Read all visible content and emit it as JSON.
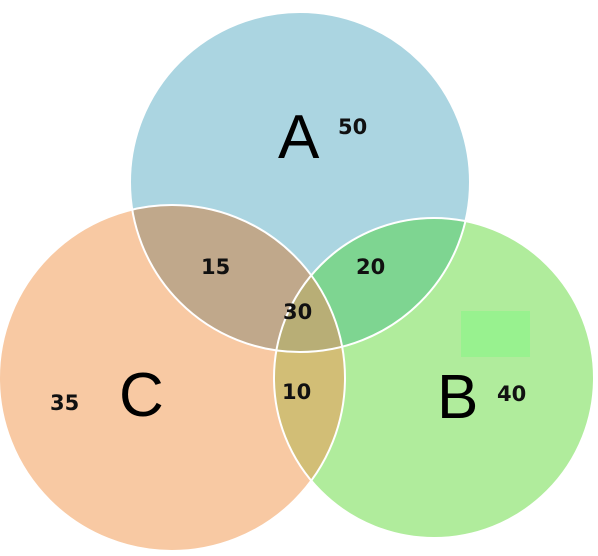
{
  "sets": [
    {
      "key": "a",
      "label": "A",
      "color": "#abd5e1"
    },
    {
      "key": "b",
      "label": "B",
      "color": "#b0ec9c"
    },
    {
      "key": "c",
      "label": "C",
      "color": "#f8c9a3"
    }
  ],
  "regions": {
    "a_only": "50",
    "b_only": "40",
    "c_only": "35",
    "a_c": "15",
    "a_b": "20",
    "b_c": "10",
    "a_b_c": "30"
  },
  "colors": {
    "a_c_overlap": "#c0a88b",
    "a_b_overlap": "#7ed591",
    "b_c_overlap": "#d2be76",
    "center_overlap": "#b8ae76",
    "outline": "#ffffff",
    "stray_patch": "#98f28f"
  }
}
